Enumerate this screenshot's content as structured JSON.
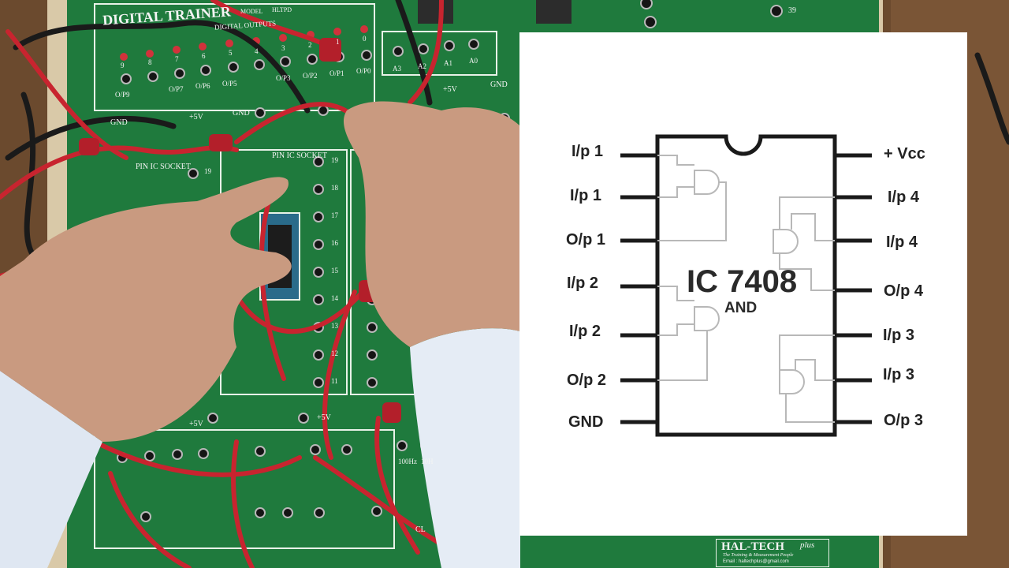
{
  "trainer": {
    "title": "DIGITAL TRAINER",
    "model": "MODEL",
    "model_no": "HLTPD",
    "outputs_heading": "DIGITAL OUTPUTS",
    "output_numbers": [
      "9",
      "8",
      "7",
      "6",
      "5",
      "4",
      "3",
      "2",
      "1",
      "0"
    ],
    "output_labels": [
      "O/P9",
      "O/P7",
      "O/P6",
      "O/P5",
      "O/P3",
      "O/P2",
      "O/P1",
      "O/P0"
    ],
    "input_labels": [
      "A3",
      "A2",
      "A1",
      "A0"
    ],
    "vcc_label": "+5V",
    "gnd_label": "GND",
    "socket_label_left": "PIN IC SOCKET",
    "socket_label_right": "PIN IC SOCKET",
    "socket_numbers_right": [
      "19",
      "18",
      "17",
      "16",
      "15",
      "14",
      "13",
      "12",
      "11"
    ],
    "pin_19_left": "19",
    "clock_labels": [
      "100Hz",
      "10H"
    ],
    "clock_heading": "CL",
    "corner_number": "39",
    "brand": "HAL-TECH",
    "brand_suffix": "plus",
    "brand_tagline": "The Training & Measurement People",
    "brand_email": "Email : haltechplus@gmail.com"
  },
  "diagram": {
    "chip_name": "IC 7408",
    "chip_function": "AND",
    "left_pins": [
      "I/p 1",
      "I/p 1",
      "O/p 1",
      "I/p 2",
      "I/p 2",
      "O/p 2",
      "GND"
    ],
    "right_pins": [
      "+ Vcc",
      "I/p 4",
      "I/p 4",
      "O/p 4",
      "I/p 3",
      "I/p 3",
      "O/p 3"
    ]
  },
  "colors": {
    "board_green": "#1f7a3d",
    "wire_red": "#c8242f",
    "wire_black": "#1a1a1a",
    "skin": "#c99a80",
    "sleeve": "#dfe7f2",
    "wood": "#6b4a2e"
  }
}
